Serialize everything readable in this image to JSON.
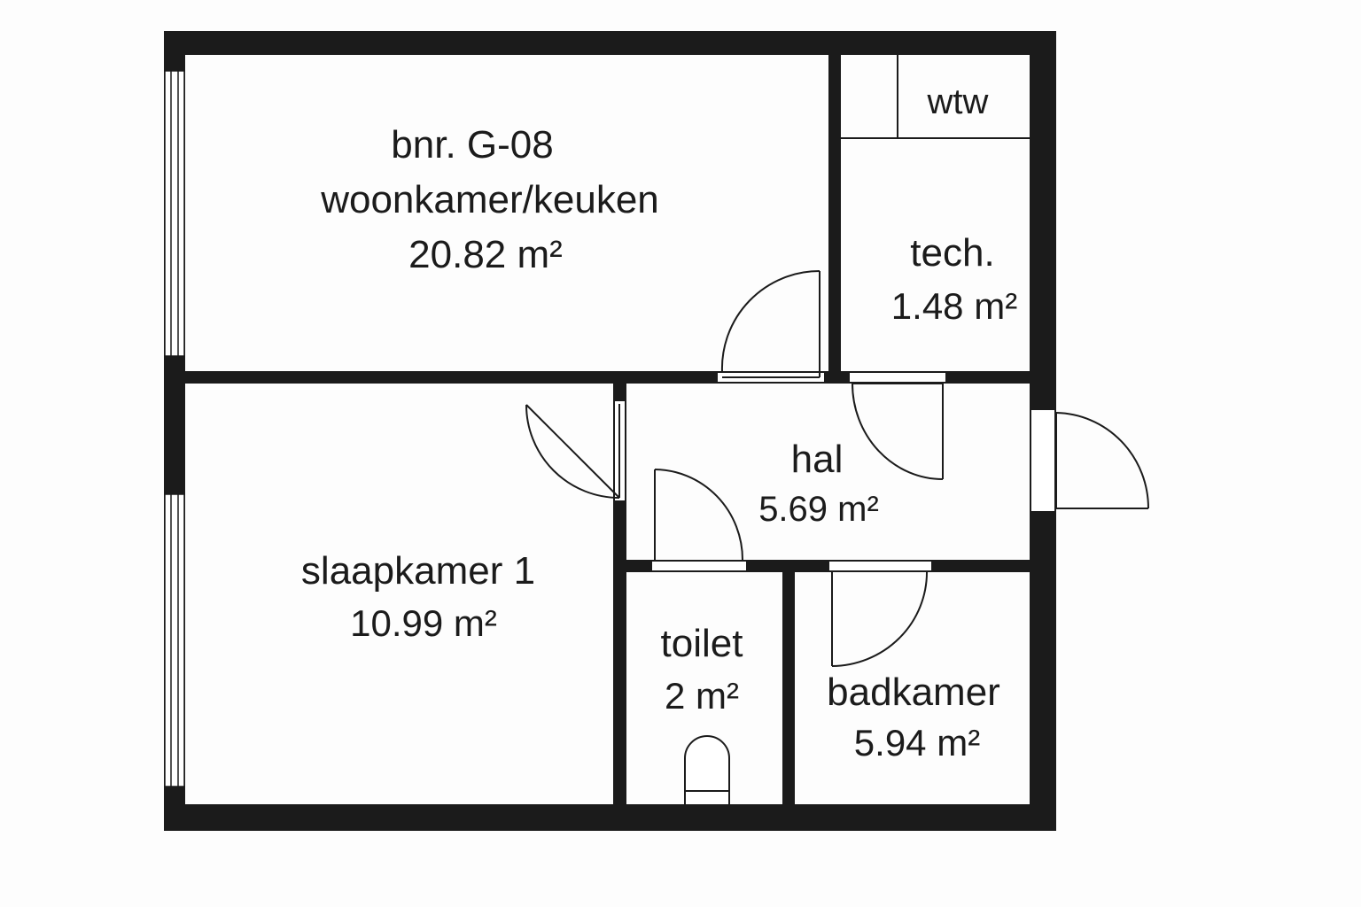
{
  "colors": {
    "wall": "#1b1b1b",
    "background": "#fdfdfd",
    "floor": "#fdfdfd"
  },
  "rooms": {
    "living": {
      "line1": "bnr. G-08",
      "line2": "woonkamer/keuken",
      "area": "20.82 m²"
    },
    "tech": {
      "name": "tech.",
      "area": "1.48 m²"
    },
    "wtw": {
      "name": "wtw"
    },
    "hal": {
      "name": "hal",
      "area": "5.69 m²"
    },
    "bedroom": {
      "name": "slaapkamer 1",
      "area": "10.99 m²"
    },
    "toilet": {
      "name": "toilet",
      "area": "2 m²"
    },
    "bathroom": {
      "name": "badkamer",
      "area": "5.94 m²"
    }
  }
}
